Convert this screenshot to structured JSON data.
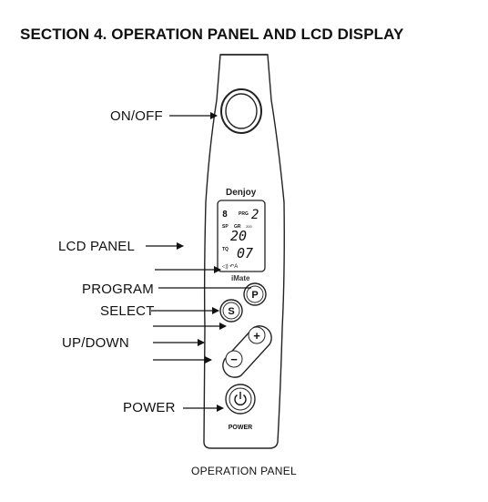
{
  "heading": "SECTION 4. OPERATION PANEL AND LCD DISPLAY",
  "labels": {
    "on_off": "ON/OFF",
    "lcd_panel": "LCD  PANEL",
    "program": "PROGRAM",
    "select": "SELECT",
    "up_down": "UP/DOWN",
    "power": "POWER"
  },
  "device": {
    "brand": "Denjoy",
    "model": "iMate",
    "program_button": "P",
    "select_button": "S",
    "up_button": "+",
    "down_button": "−",
    "power_label": "POWER",
    "lcd": {
      "program_number": "2",
      "program_tag": "PRG",
      "sp_label": "SP",
      "gr_label": "GR",
      "rpm_unit": "200",
      "speed_value": "20",
      "torque_label": "TQ",
      "torque_value": "07",
      "bottom_line": "◁) ↶A",
      "small_digit": "8"
    }
  },
  "caption": "OPERATION PANEL"
}
